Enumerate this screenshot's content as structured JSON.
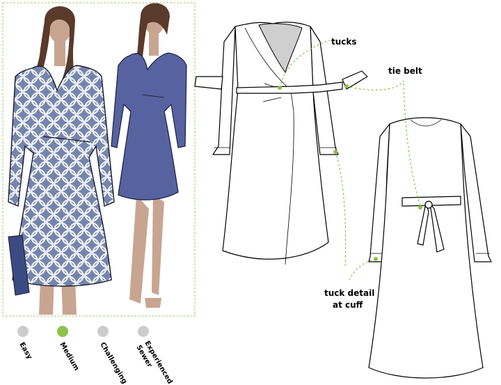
{
  "callouts": {
    "tucks": "tucks",
    "tie_belt": "tie belt",
    "tuck_detail_line1": "tuck detail",
    "tuck_detail_line2": "at cuff"
  },
  "skill_levels": [
    {
      "label": "Easy",
      "active": false
    },
    {
      "label": "Medium",
      "active": true
    },
    {
      "label": "Challenging",
      "active": false
    },
    {
      "label": "Experienced",
      "label_line2": "Sewer",
      "active": false
    }
  ],
  "colors": {
    "accent_green": "#8bc34a",
    "inactive_dot": "#cccccc",
    "print_blue": "#6f7fa6",
    "solid_blue": "#5663a0",
    "skin": "#c8a591",
    "hair": "#5a3a2a",
    "sketch_gray": "#cfcfcf"
  }
}
